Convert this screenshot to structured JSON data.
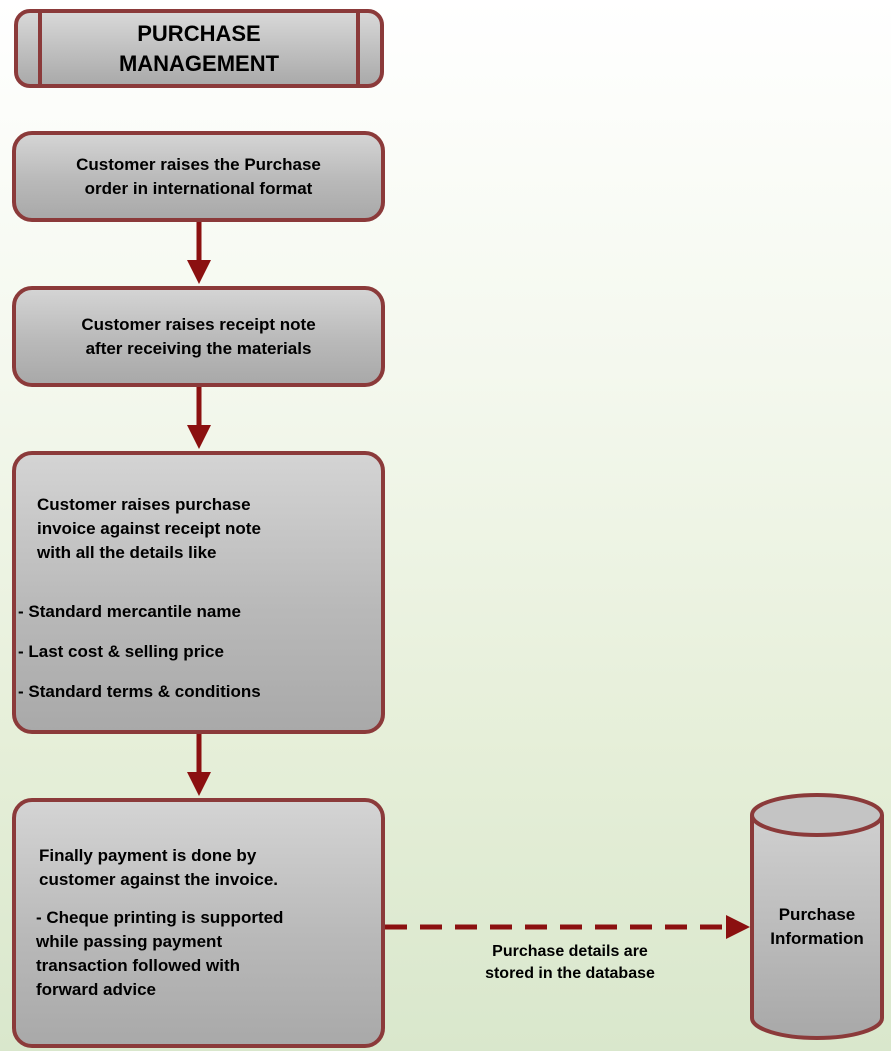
{
  "title": {
    "line1": "PURCHASE",
    "line2": "MANAGEMENT"
  },
  "steps": [
    {
      "lines": [
        "Customer raises the Purchase",
        "order in international format"
      ]
    },
    {
      "lines": [
        "Customer raises receipt note",
        "after receiving the materials"
      ]
    },
    {
      "lines": [
        "Customer raises purchase",
        "invoice against receipt note",
        "with all the details like"
      ],
      "bullets": [
        "- Standard mercantile name",
        "- Last cost & selling price",
        "- Standard terms & conditions"
      ]
    },
    {
      "lines": [
        "Finally payment is done by",
        "customer against the invoice."
      ],
      "bullets": [
        "- Cheque printing is supported",
        "while passing payment",
        "transaction followed with",
        "forward advice"
      ]
    }
  ],
  "connector": {
    "caption_line1": "Purchase details are",
    "caption_line2": "stored in the database"
  },
  "database": {
    "line1": "Purchase",
    "line2": "Information"
  },
  "colors": {
    "border": "#8b3a3a",
    "arrow": "#8b1010",
    "box_fill": "#b9b9b9"
  }
}
